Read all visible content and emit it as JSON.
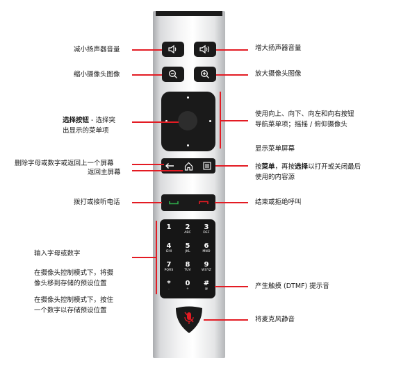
{
  "labels": {
    "decrease_volume": "减小扬声器音量",
    "increase_volume": "增大扬声器音量",
    "zoom_out": "缩小摄像头图像",
    "zoom_in": "放大摄像头图像",
    "select_bold": "选择按钮",
    "select_rest_1": " - 选择突",
    "select_rest_2": "出显示的菜单项",
    "nav_1": "使用向上、向下、向左和向右按钮",
    "nav_2": "导航菜单项；摇摇 / 俯仰摄像头",
    "show_menu": "显示菜单屏幕",
    "delete": "删除字母或数字或返回上一个屏幕",
    "home": "返回主屏幕",
    "menu_press": "按",
    "menu_bold1": "菜单",
    "menu_mid": "，再按",
    "menu_bold2": "选择",
    "menu_end": "以打开或关闭最后",
    "menu_2": "使用的内容源",
    "call": "拨打或接听电话",
    "end_call": "结束或拒绝呼叫",
    "input_chars": "输入字母或数字",
    "preset_move_1": "在摄像头控制模式下，将摄",
    "preset_move_2": "像头移到存储的预设位置",
    "preset_store_1": "在摄像头控制模式下，按住",
    "preset_store_2": "一个数字以存储预设位置",
    "dtmf": "产生触摸 (DTMF) 提示音",
    "mute": "将麦克风静音"
  },
  "keypad": [
    {
      "num": "1",
      "letters": ""
    },
    {
      "num": "2",
      "letters": "ABC"
    },
    {
      "num": "3",
      "letters": "DEF"
    },
    {
      "num": "4",
      "letters": "GHI"
    },
    {
      "num": "5",
      "letters": "JKL"
    },
    {
      "num": "6",
      "letters": "MNO"
    },
    {
      "num": "7",
      "letters": "PQRS"
    },
    {
      "num": "8",
      "letters": "TUV"
    },
    {
      "num": "9",
      "letters": "WXYZ"
    },
    {
      "num": "*",
      "letters": "."
    },
    {
      "num": "0",
      "letters": "+"
    },
    {
      "num": "#",
      "letters": "@"
    }
  ],
  "colors": {
    "leader_line": "#e31b23",
    "call_green": "#2eaa4a",
    "end_red": "#e31b23",
    "mute_red": "#e31b23"
  },
  "icons": [
    "volume-down-icon",
    "volume-up-icon",
    "zoom-out-icon",
    "zoom-in-icon",
    "back-arrow-icon",
    "home-icon",
    "menu-icon",
    "call-icon",
    "end-call-icon",
    "mic-mute-icon"
  ]
}
